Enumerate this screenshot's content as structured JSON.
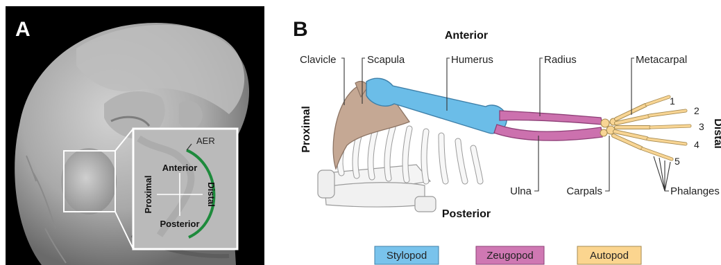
{
  "panel_a": {
    "letter": "A",
    "inset": {
      "aer": "AER",
      "anterior": "Anterior",
      "posterior": "Posterior",
      "proximal": "Proximal",
      "distal": "Distal"
    },
    "colors": {
      "background": "#000000",
      "aer": "#1e8a3c",
      "inset_frame": "#ffffff"
    }
  },
  "panel_b": {
    "letter": "B",
    "axes": {
      "anterior": "Anterior",
      "posterior": "Posterior",
      "proximal": "Proximal",
      "distal": "Distal"
    },
    "bones": {
      "clavicle": "Clavicle",
      "scapula": "Scapula",
      "humerus": "Humerus",
      "radius": "Radius",
      "metacarpal": "Metacarpal",
      "ulna": "Ulna",
      "carpals": "Carpals",
      "phalanges": "Phalanges"
    },
    "digits": [
      "1",
      "2",
      "3",
      "4",
      "5"
    ],
    "legend": [
      {
        "label": "Stylopod",
        "color": "#79c3ec"
      },
      {
        "label": "Zeugopod",
        "color": "#cf78b3"
      },
      {
        "label": "Autopod",
        "color": "#fbd58f"
      }
    ],
    "colors": {
      "stylopod": "#6bbde8",
      "zeugopod": "#cc71ae",
      "autopod": "#f8d594",
      "scapula": "#c5a894",
      "ribs": "#f2f2f2"
    }
  }
}
